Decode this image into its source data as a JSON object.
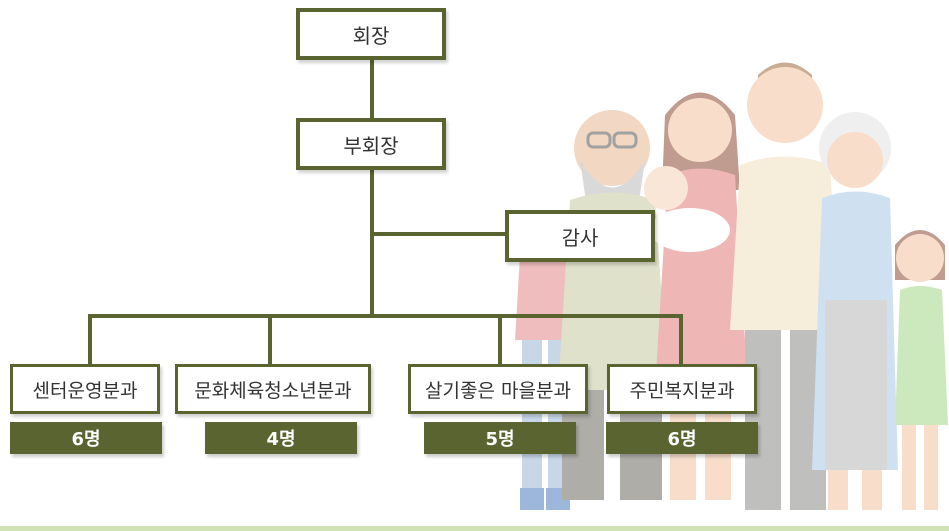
{
  "colors": {
    "accent": "#5a6430",
    "box_background": "#ffffff",
    "text": "#333333",
    "count_text": "#ffffff"
  },
  "org": {
    "president": "회장",
    "vice_president": "부회장",
    "auditor": "감사",
    "divisions": [
      {
        "name": "센터운영분과",
        "count": "6명"
      },
      {
        "name": "문화체육청소년분과",
        "count": "4명"
      },
      {
        "name": "살기좋은 마을분과",
        "count": "5명"
      },
      {
        "name": "주민복지분과",
        "count": "6명"
      }
    ]
  },
  "illustration": {
    "subject": "family-group-illustration",
    "icon": "family-icon"
  }
}
